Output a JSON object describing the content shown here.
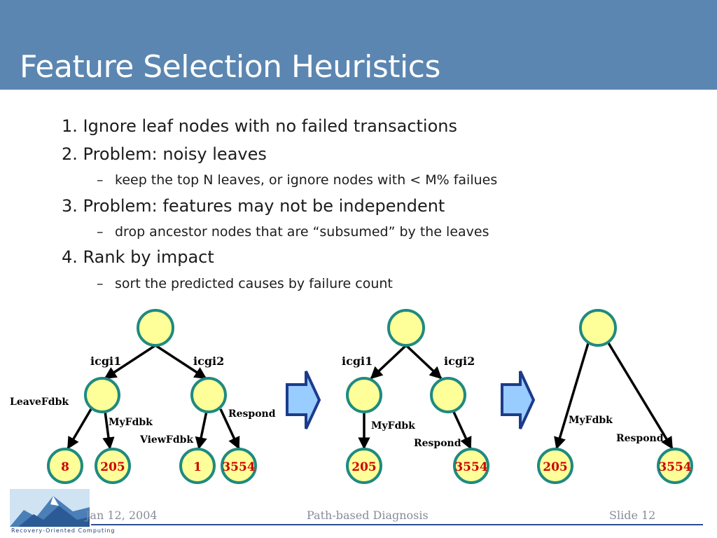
{
  "slide": {
    "title": "Feature Selection Heuristics",
    "bullets": [
      {
        "text": "1. Ignore leaf nodes with no failed transactions"
      },
      {
        "text": "2. Problem: noisy leaves",
        "sub": "keep the top N leaves, or ignore nodes with < M% failues"
      },
      {
        "text": "3. Problem: features may not be independent",
        "sub": "drop ancestor nodes that are “subsumed” by the leaves"
      },
      {
        "text": "4. Rank by impact",
        "sub": "sort the predicted causes by failure count"
      }
    ],
    "sub_dash": "–"
  },
  "diagram": {
    "tree1": {
      "edge_labels": [
        "icgi1",
        "icgi2",
        "LeaveFdbk",
        "MyFdbk",
        "ViewFdbk",
        "Respond"
      ],
      "leaves": [
        "8",
        "205",
        "1",
        "3554"
      ]
    },
    "tree2": {
      "edge_labels": [
        "icgi1",
        "icgi2",
        "MyFdbk",
        "Respond"
      ],
      "leaves": [
        "205",
        "3554"
      ]
    },
    "tree3": {
      "edge_labels": [
        "MyFdbk",
        "Respond"
      ],
      "leaves": [
        "205",
        "3554"
      ]
    },
    "colors": {
      "node_fill": "#ffff99",
      "node_stroke": "#1f8a80",
      "leaf_text": "#cc0000",
      "arrow_fill": "#99ccff",
      "arrow_stroke": "#1c3c8a"
    }
  },
  "footer": {
    "date": "Jan 12, 2004",
    "center": "Path-based Diagnosis",
    "slide_number": "Slide 12",
    "logo_text": "Recovery-Oriented Computing"
  }
}
